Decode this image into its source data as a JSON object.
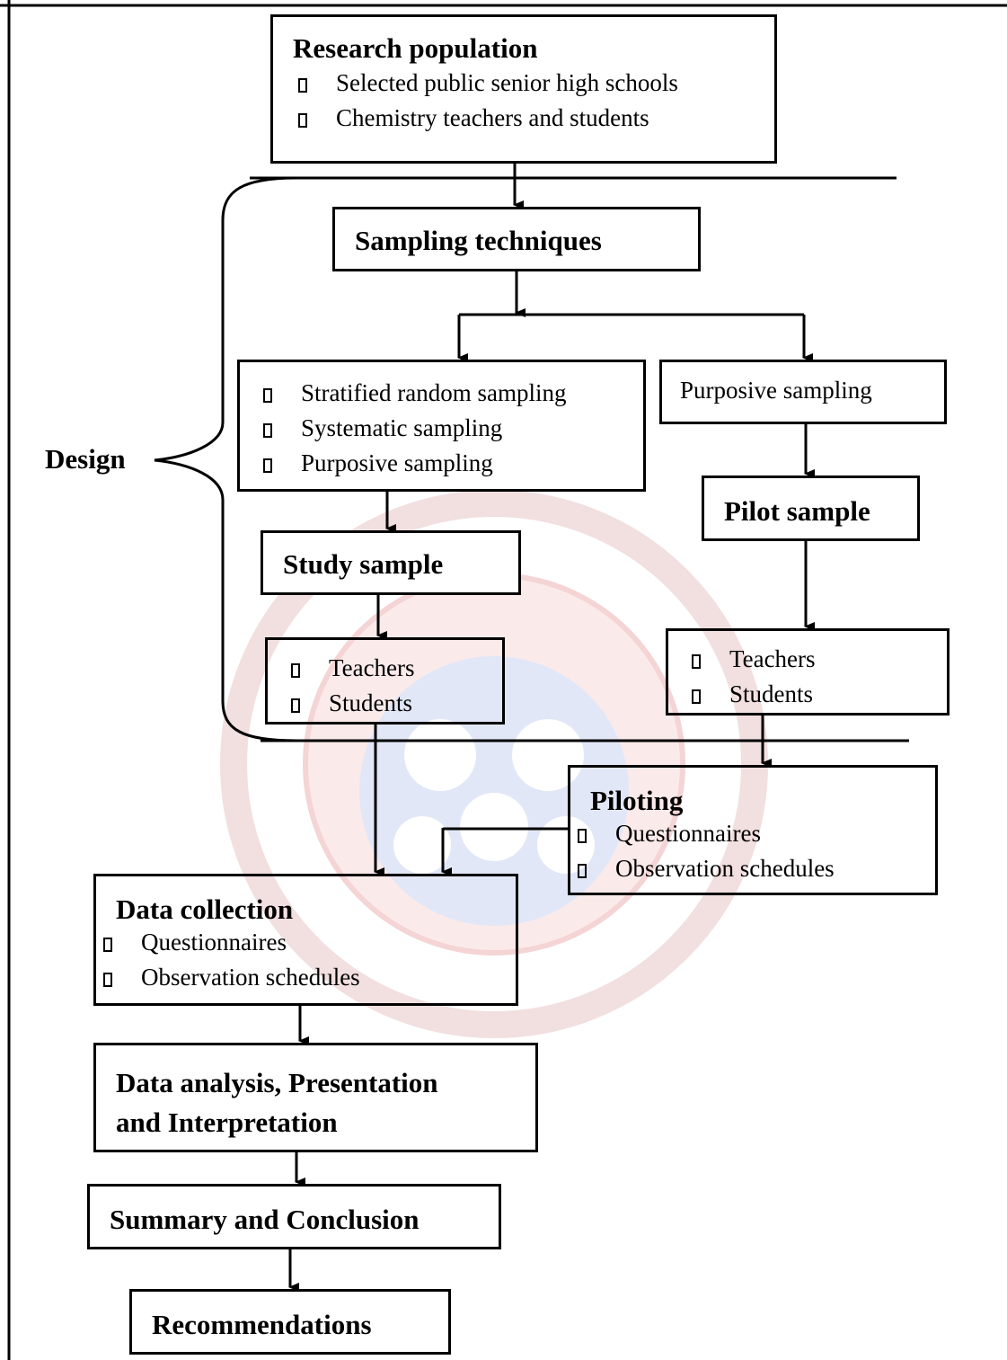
{
  "design_label": "Design",
  "research_population": {
    "title": "Research population",
    "items": [
      "Selected public senior high schools",
      "Chemistry teachers and students"
    ]
  },
  "sampling_techniques": {
    "title": "Sampling techniques"
  },
  "sampling_methods": {
    "items": [
      "Stratified random sampling",
      "Systematic sampling",
      "Purposive sampling"
    ]
  },
  "purposive_sampling": {
    "label": "Purposive sampling"
  },
  "pilot_sample": {
    "title": "Pilot sample"
  },
  "study_sample": {
    "title": "Study sample"
  },
  "study_participants": {
    "items": [
      "Teachers",
      "Students"
    ]
  },
  "pilot_participants": {
    "items": [
      "Teachers",
      "Students"
    ]
  },
  "piloting": {
    "title": "Piloting",
    "items": [
      "Questionnaires",
      "Observation schedules"
    ]
  },
  "data_collection": {
    "title": "Data collection",
    "items": [
      "Questionnaires",
      "Observation schedules"
    ]
  },
  "data_analysis": {
    "title_line1": "Data analysis, Presentation",
    "title_line2": "and Interpretation"
  },
  "summary": {
    "title": "Summary and Conclusion"
  },
  "recommendations": {
    "title": "Recommendations"
  }
}
